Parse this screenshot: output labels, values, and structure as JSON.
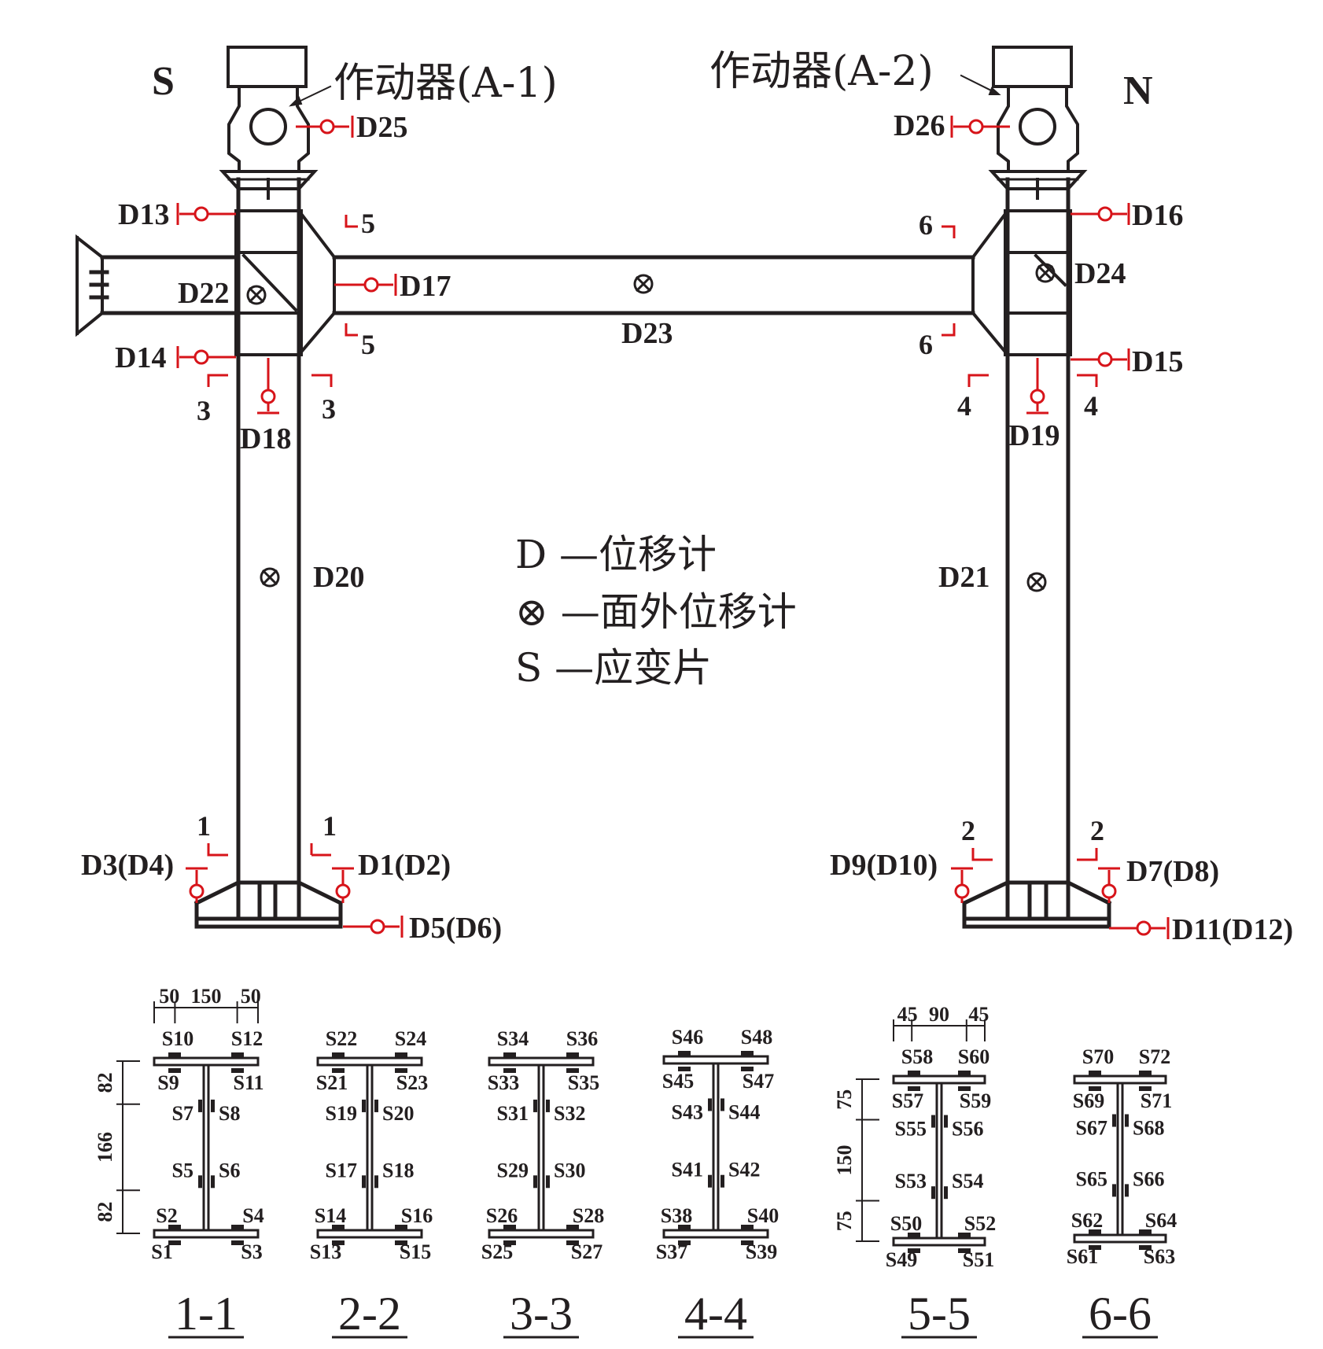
{
  "orientation": {
    "south": "S",
    "north": "N"
  },
  "actuators": {
    "a1": "作动器(A-1)",
    "a2": "作动器(A-2)"
  },
  "displacement_meters": {
    "d25": "D25",
    "d26": "D26",
    "d13": "D13",
    "d14": "D14",
    "d16": "D16",
    "d15": "D15",
    "d22": "D22",
    "d24": "D24",
    "d17": "D17",
    "d23": "D23",
    "d18": "D18",
    "d19": "D19",
    "d20": "D20",
    "d21": "D21",
    "d3d4": "D3(D4)",
    "d1d2": "D1(D2)",
    "d5d6": "D5(D6)",
    "d9d10": "D9(D10)",
    "d7d8": "D7(D8)",
    "d11d12": "D11(D12)"
  },
  "cut_marks": {
    "c1": "1",
    "c2": "2",
    "c3": "3",
    "c4": "4",
    "c5": "5",
    "c6": "6"
  },
  "legend": {
    "d_line": "D —位移计",
    "otimes_line": "⊗ —面外位移计",
    "s_line": "S —应变片"
  },
  "colors": {
    "line": "#231f20",
    "instrument": "#d7141a",
    "background": "#ffffff"
  },
  "sections": [
    {
      "title": "1-1",
      "top_dims": [
        "50",
        "150",
        "50"
      ],
      "side_dims": [
        "82",
        "166",
        "82"
      ],
      "gauges": {
        "top_left_up": "S10",
        "top_right_up": "S12",
        "top_left_down": "S9",
        "top_right_down": "S11",
        "web_upper_left": "S7",
        "web_upper_right": "S8",
        "web_lower_left": "S5",
        "web_lower_right": "S6",
        "bot_left_up": "S2",
        "bot_right_up": "S4",
        "bot_left_down": "S1",
        "bot_right_down": "S3"
      }
    },
    {
      "title": "2-2",
      "top_dims": [],
      "side_dims": [],
      "gauges": {
        "top_left_up": "S22",
        "top_right_up": "S24",
        "top_left_down": "S21",
        "top_right_down": "S23",
        "web_upper_left": "S19",
        "web_upper_right": "S20",
        "web_lower_left": "S17",
        "web_lower_right": "S18",
        "bot_left_up": "S14",
        "bot_right_up": "S16",
        "bot_left_down": "S13",
        "bot_right_down": "S15"
      }
    },
    {
      "title": "3-3",
      "top_dims": [],
      "side_dims": [],
      "gauges": {
        "top_left_up": "S34",
        "top_right_up": "S36",
        "top_left_down": "S33",
        "top_right_down": "S35",
        "web_upper_left": "S31",
        "web_upper_right": "S32",
        "web_lower_left": "S29",
        "web_lower_right": "S30",
        "bot_left_up": "S26",
        "bot_right_up": "S28",
        "bot_left_down": "S25",
        "bot_right_down": "S27"
      }
    },
    {
      "title": "4-4",
      "top_dims": [],
      "side_dims": [],
      "gauges": {
        "top_left_up": "S46",
        "top_right_up": "S48",
        "top_left_down": "S45",
        "top_right_down": "S47",
        "web_upper_left": "S43",
        "web_upper_right": "S44",
        "web_lower_left": "S41",
        "web_lower_right": "S42",
        "bot_left_up": "S38",
        "bot_right_up": "S40",
        "bot_left_down": "S37",
        "bot_right_down": "S39"
      }
    },
    {
      "title": "5-5",
      "top_dims": [
        "45",
        "90",
        "45"
      ],
      "side_dims": [
        "75",
        "150",
        "75"
      ],
      "gauges": {
        "top_left_up": "S58",
        "top_right_up": "S60",
        "top_left_down": "S57",
        "top_right_down": "S59",
        "web_upper_left": "S55",
        "web_upper_right": "S56",
        "web_lower_left": "S53",
        "web_lower_right": "S54",
        "bot_left_up": "S50",
        "bot_right_up": "S52",
        "bot_left_down": "S49",
        "bot_right_down": "S51"
      }
    },
    {
      "title": "6-6",
      "top_dims": [],
      "side_dims": [],
      "gauges": {
        "top_left_up": "S70",
        "top_right_up": "S72",
        "top_left_down": "S69",
        "top_right_down": "S71",
        "web_upper_left": "S67",
        "web_upper_right": "S68",
        "web_lower_left": "S65",
        "web_lower_right": "S66",
        "bot_left_up": "S62",
        "bot_right_up": "S64",
        "bot_left_down": "S61",
        "bot_right_down": "S63"
      }
    }
  ]
}
